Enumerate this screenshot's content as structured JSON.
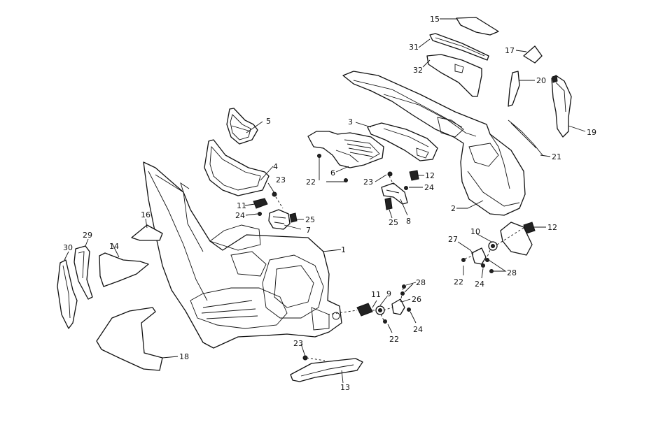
{
  "callouts": [
    {
      "id": "c1",
      "text": "1"
    },
    {
      "id": "c2",
      "text": "2"
    },
    {
      "id": "c3",
      "text": "3"
    },
    {
      "id": "c4",
      "text": "4"
    },
    {
      "id": "c5",
      "text": "5"
    },
    {
      "id": "c6",
      "text": "6"
    },
    {
      "id": "c7",
      "text": "7"
    },
    {
      "id": "c8",
      "text": "8"
    },
    {
      "id": "c9",
      "text": "9"
    },
    {
      "id": "c10",
      "text": "10"
    },
    {
      "id": "c11a",
      "text": "11"
    },
    {
      "id": "c11b",
      "text": "11"
    },
    {
      "id": "c12a",
      "text": "12"
    },
    {
      "id": "c12b",
      "text": "12"
    },
    {
      "id": "c13",
      "text": "13"
    },
    {
      "id": "c14",
      "text": "14"
    },
    {
      "id": "c15",
      "text": "15"
    },
    {
      "id": "c16",
      "text": "16"
    },
    {
      "id": "c17",
      "text": "17"
    },
    {
      "id": "c18",
      "text": "18"
    },
    {
      "id": "c19",
      "text": "19"
    },
    {
      "id": "c20",
      "text": "20"
    },
    {
      "id": "c21",
      "text": "21"
    },
    {
      "id": "c22a",
      "text": "22"
    },
    {
      "id": "c22b",
      "text": "22"
    },
    {
      "id": "c22c",
      "text": "22"
    },
    {
      "id": "c23a",
      "text": "23"
    },
    {
      "id": "c23b",
      "text": "23"
    },
    {
      "id": "c23c",
      "text": "23"
    },
    {
      "id": "c24a",
      "text": "24"
    },
    {
      "id": "c24b",
      "text": "24"
    },
    {
      "id": "c24c",
      "text": "24"
    },
    {
      "id": "c24d",
      "text": "24"
    },
    {
      "id": "c25a",
      "text": "25"
    },
    {
      "id": "c25b",
      "text": "25"
    },
    {
      "id": "c26",
      "text": "26"
    },
    {
      "id": "c27",
      "text": "27"
    },
    {
      "id": "c28a",
      "text": "28"
    },
    {
      "id": "c28b",
      "text": "28"
    },
    {
      "id": "c29",
      "text": "29"
    },
    {
      "id": "c30",
      "text": "30"
    },
    {
      "id": "c31",
      "text": "31"
    },
    {
      "id": "c32",
      "text": "32"
    }
  ]
}
